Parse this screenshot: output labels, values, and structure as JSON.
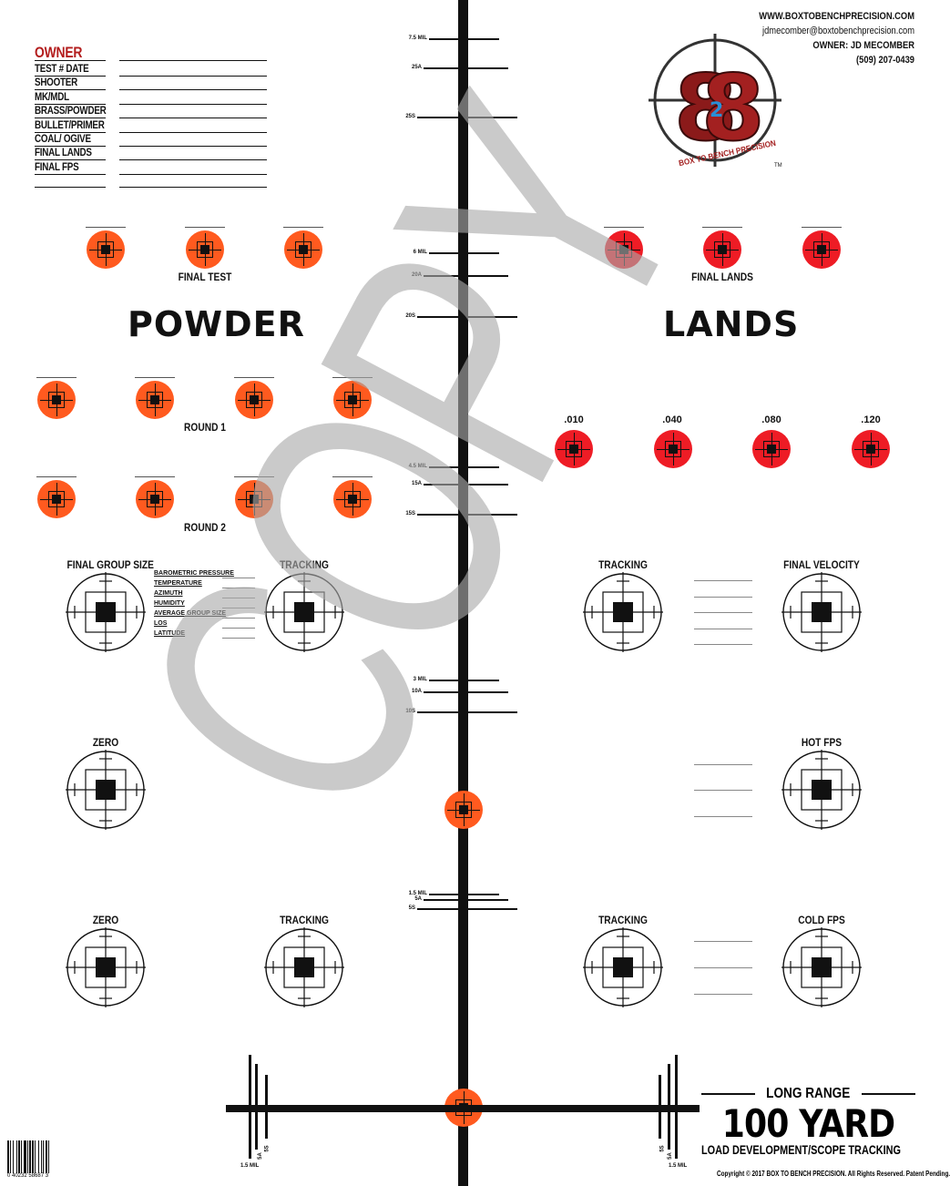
{
  "contact": {
    "website": "WWW.BOXTOBENCHPRECISION.COM",
    "email": "jdmecomber@boxtobenchprecision.com",
    "owner": "OWNER: JD MECOMBER",
    "phone": "(509) 207-0439"
  },
  "logo": {
    "letters": "B2B",
    "ring_text": "BOX TO BENCH PRECISION",
    "tm": "TM"
  },
  "form": {
    "owner_label": "OWNER",
    "fields": [
      "TEST # DATE",
      "SHOOTER",
      "MK/MDL",
      "BRASS/POWDER",
      "BULLET/PRIMER",
      "COAL/ OGIVE",
      "FINAL LANDS",
      "FINAL FPS"
    ]
  },
  "powder": {
    "heading": "POWDER",
    "final_test": "FINAL TEST",
    "round1": "ROUND 1",
    "round2": "ROUND 2"
  },
  "lands": {
    "heading": "LANDS",
    "final_lands": "FINAL LANDS",
    "values": [
      ".010",
      ".040",
      ".080",
      ".120"
    ]
  },
  "ladder": {
    "groups": [
      [
        "7.5 MIL",
        "25A",
        "25S"
      ],
      [
        "6 MIL",
        "20A",
        "20S"
      ],
      [
        "4.5 MIL",
        "15A",
        "15S"
      ],
      [
        "3 MIL",
        "10A",
        "10S"
      ],
      [
        "1.5 MIL",
        "5A",
        "5S"
      ]
    ]
  },
  "targets": {
    "final_group_size": "FINAL GROUP SIZE",
    "tracking": "TRACKING",
    "final_velocity": "FINAL VELOCITY",
    "zero": "ZERO",
    "hot_fps": "HOT FPS",
    "cold_fps": "COLD FPS"
  },
  "environment": [
    "BAROMETRIC PRESSURE",
    "TEMPERATURE",
    "AZIMUTH",
    "HUMIDITY",
    "AVERAGE GROUP SIZE",
    "LOS",
    "LATITUDE"
  ],
  "watermark": "COPY",
  "bottom_scale": {
    "s": "5S",
    "a": "5A",
    "mil": "1.5 MIL"
  },
  "footer": {
    "subtitle_top": "LONG RANGE",
    "title": "100 YARD",
    "subtitle_bottom": "LOAD DEVELOPMENT/SCOPE TRACKING",
    "copyright": "Copyright © 2017 BOX TO BENCH PRECISION.  All Rights Reserved.  Patent Pending.",
    "barcode": "0 40232 58687 3"
  },
  "colors": {
    "orange": "#ff5a1f",
    "red": "#ee1c25",
    "black": "#111111",
    "watermark": "#c9c9c9",
    "owner": "#b31d1d"
  }
}
